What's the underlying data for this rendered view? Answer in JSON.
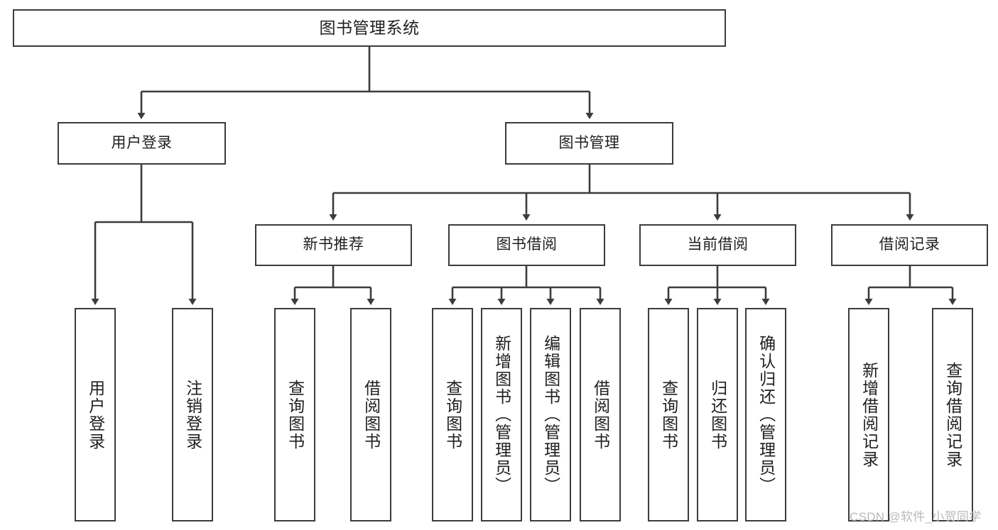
{
  "diagram": {
    "title": "图书管理系统",
    "type": "tree-hierarchy",
    "nodes": {
      "root": {
        "label": "图书管理系统"
      },
      "level1": [
        {
          "id": "user-login",
          "label": "用户登录"
        },
        {
          "id": "book-management",
          "label": "图书管理"
        }
      ],
      "level2": [
        {
          "id": "new-book-recommend",
          "label": "新书推荐"
        },
        {
          "id": "book-borrow",
          "label": "图书借阅"
        },
        {
          "id": "current-borrow",
          "label": "当前借阅"
        },
        {
          "id": "borrow-record",
          "label": "借阅记录"
        }
      ],
      "leaves": {
        "user-login": [
          {
            "id": "leaf-user-login",
            "label": "用户登录"
          },
          {
            "id": "leaf-logout-login",
            "label": "注销登录"
          }
        ],
        "new-book-recommend": [
          {
            "id": "leaf-query-book-1",
            "label": "查询图书"
          },
          {
            "id": "leaf-borrow-book-1",
            "label": "借阅图书"
          }
        ],
        "book-borrow": [
          {
            "id": "leaf-query-book-2",
            "label": "查询图书"
          },
          {
            "id": "leaf-add-book-admin",
            "label": "新增图书（管理员）"
          },
          {
            "id": "leaf-edit-book-admin",
            "label": "编辑图书（管理员）"
          },
          {
            "id": "leaf-borrow-book-2",
            "label": "借阅图书"
          }
        ],
        "current-borrow": [
          {
            "id": "leaf-query-book-3",
            "label": "查询图书"
          },
          {
            "id": "leaf-return-book",
            "label": "归还图书"
          },
          {
            "id": "leaf-confirm-return-admin",
            "label": "确认归还（管理员）"
          }
        ],
        "borrow-record": [
          {
            "id": "leaf-add-borrow-record",
            "label": "新增借阅记录"
          },
          {
            "id": "leaf-query-borrow-record",
            "label": "查询借阅记录"
          }
        ]
      }
    },
    "watermark": "CSDN @软件_小贺同学",
    "colors": {
      "stroke": "#3c3c3c",
      "fill": "#ffffff",
      "text": "#1f1f1f",
      "watermark": "#b9b9b9"
    }
  }
}
